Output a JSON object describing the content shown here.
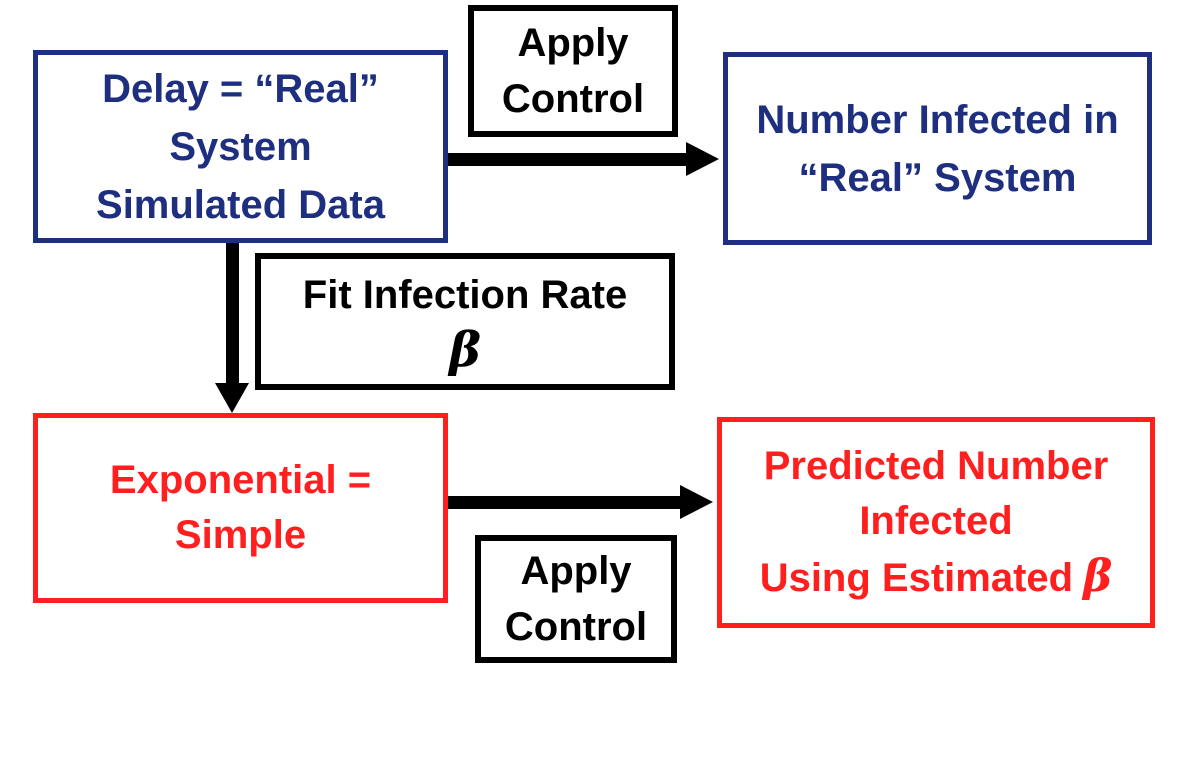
{
  "colors": {
    "navy": "#1E2F80",
    "red": "#FF1F1F",
    "black": "#000000",
    "background": "#FFFFFF"
  },
  "diagram": {
    "boxes": {
      "delay": {
        "lines": [
          "Delay = “Real”",
          "System",
          "Simulated Data"
        ]
      },
      "apply_top": {
        "lines": [
          "Apply",
          "Control"
        ]
      },
      "number_infected": {
        "lines": [
          "Number Infected in",
          "“Real” System"
        ]
      },
      "fit": {
        "title": "Fit Infection Rate",
        "symbol": "β"
      },
      "exponential": {
        "lines": [
          "Exponential =",
          "Simple"
        ]
      },
      "apply_bottom": {
        "lines": [
          "Apply",
          "Control"
        ]
      },
      "predicted": {
        "lines": [
          "Predicted Number",
          "Infected"
        ],
        "line3": "Using Estimated",
        "symbol": "β"
      }
    },
    "arrows": [
      {
        "name": "delay-to-number-infected",
        "direction": "right"
      },
      {
        "name": "delay-to-exponential",
        "direction": "down"
      },
      {
        "name": "exponential-to-predicted",
        "direction": "right"
      }
    ]
  }
}
